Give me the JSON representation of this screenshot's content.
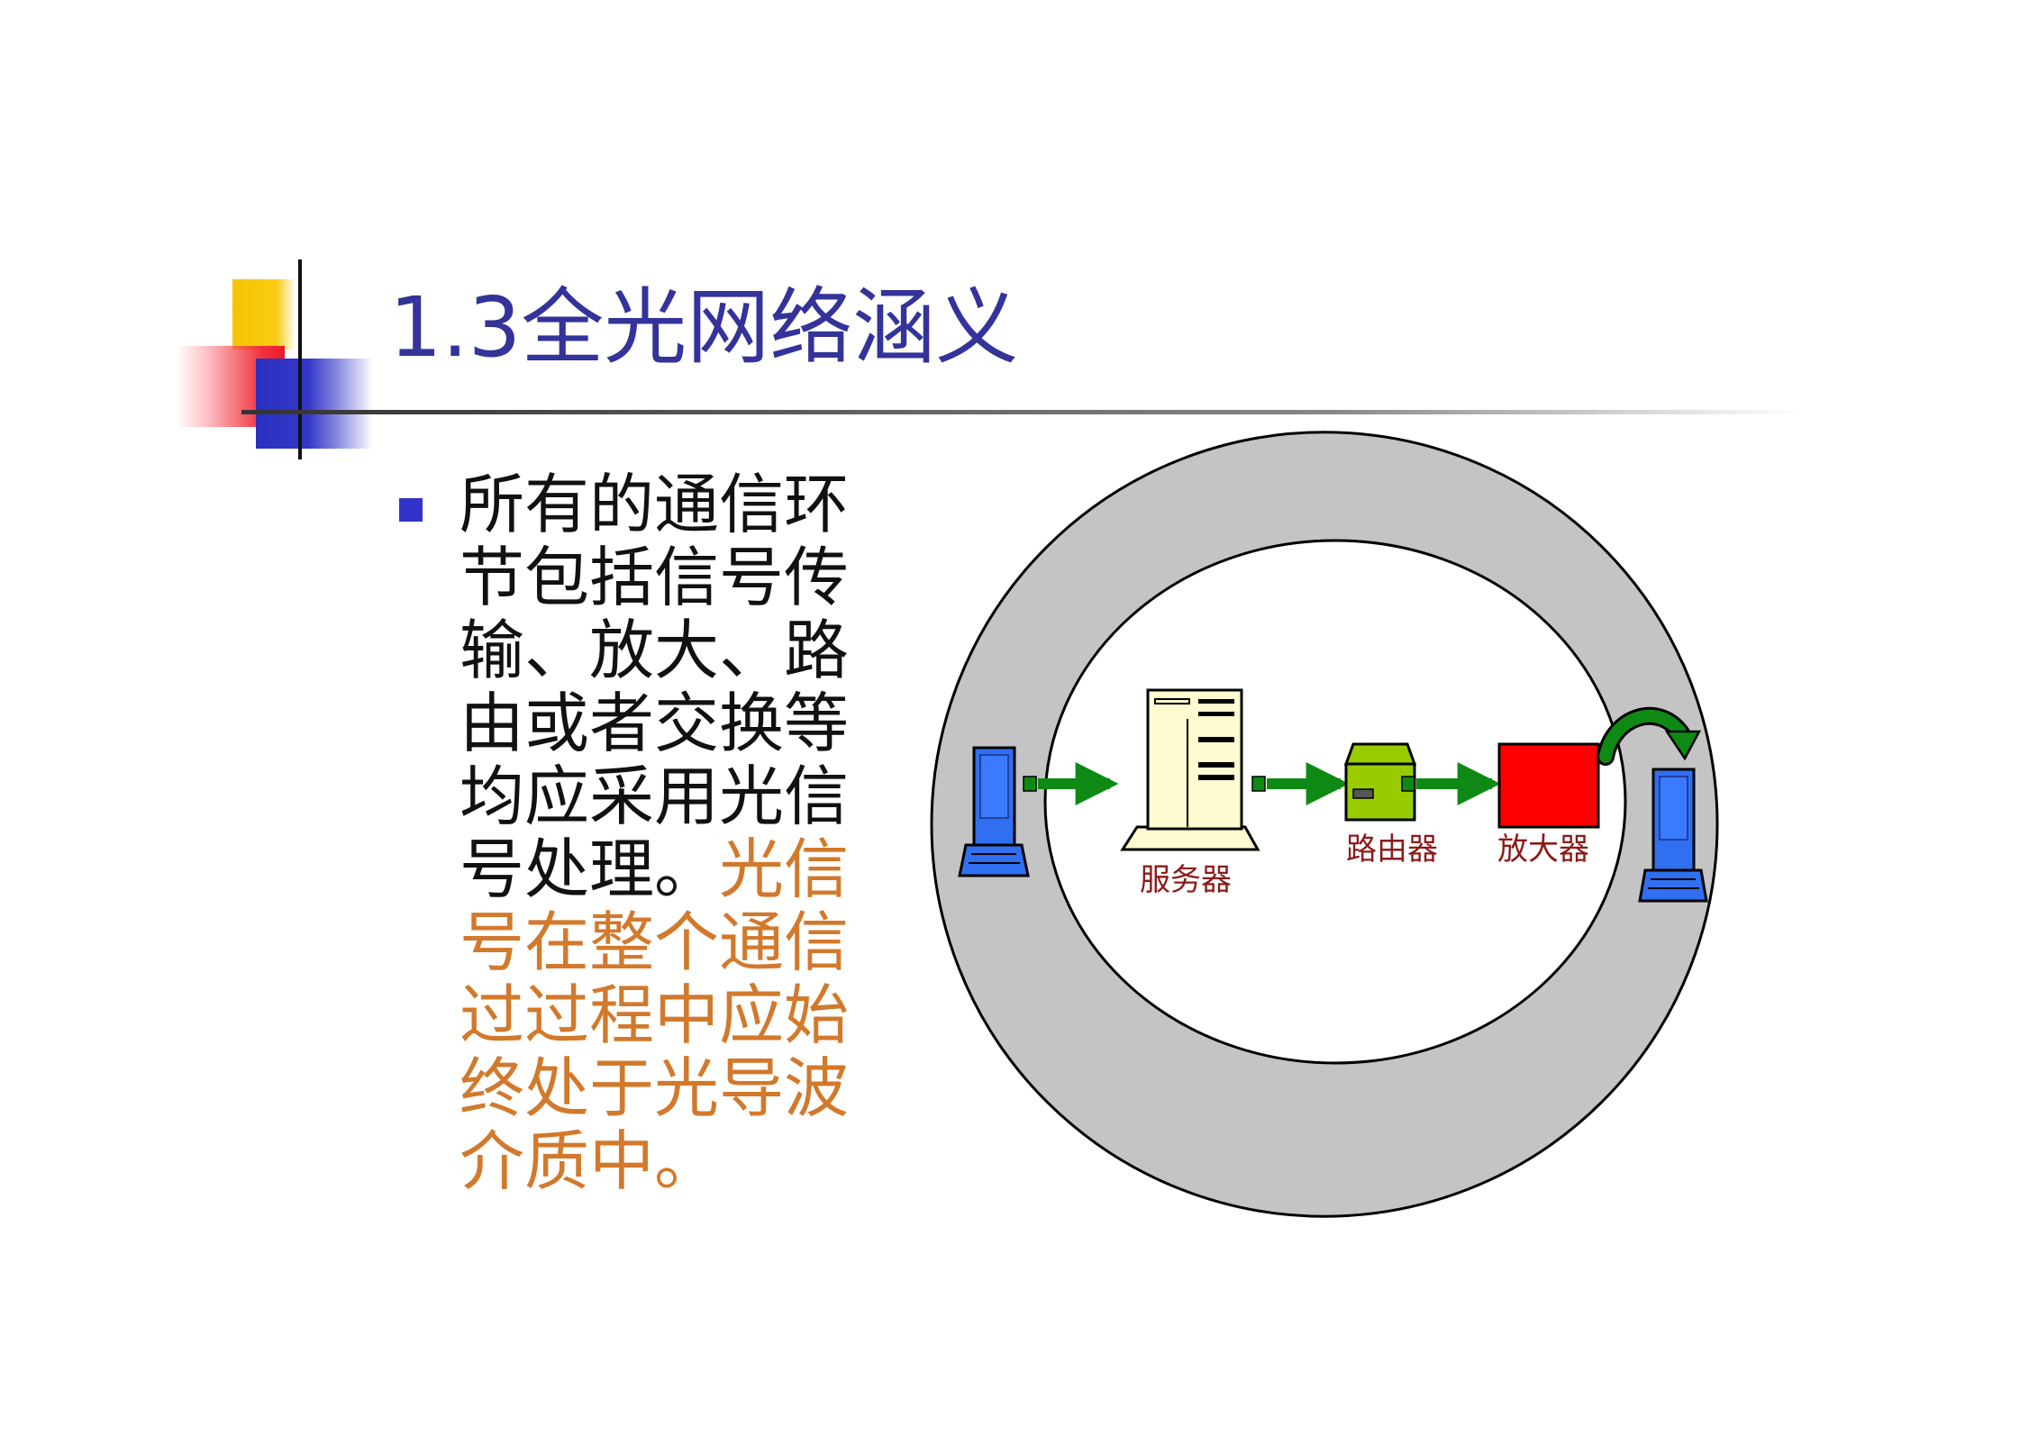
{
  "slide": {
    "title": "1.3全光网络涵义",
    "bullet_text_black": "所有的通信环节包括信号传输、放大、路由或者交换等均应采用光信号处理。",
    "bullet_text_orange": "光信号在整个通信过过程中应始终处于光导波介质中。"
  },
  "diagram": {
    "labels": {
      "server": "服务器",
      "router": "路由器",
      "amplifier": "放大器"
    },
    "colors": {
      "ring": "#c4c4c4",
      "arrow": "#0e8a14",
      "computer": "#2f6ff0",
      "server": "#fffbd0",
      "router": "#99cc00",
      "amplifier": "#ff0000",
      "label": "#8b1a1a"
    }
  }
}
